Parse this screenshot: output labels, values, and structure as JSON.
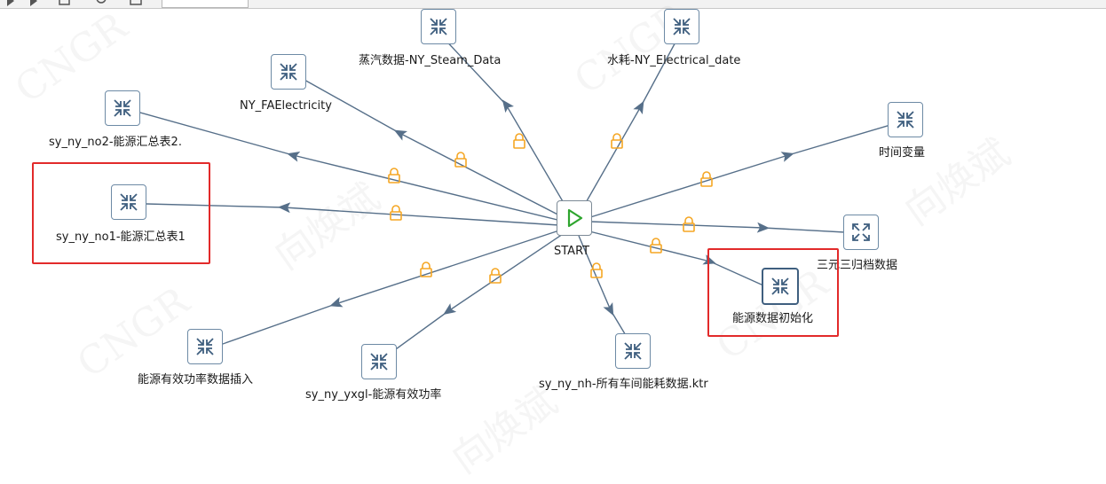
{
  "toolbar": {
    "icons": [
      "run-icon",
      "preview-icon",
      "explore-icon",
      "save-icon"
    ]
  },
  "watermark": {
    "brand": "CNGR",
    "author": "向焕斌"
  },
  "start": {
    "label": "START"
  },
  "steps": [
    {
      "label": "蒸汽数据-NY_Steam_Data"
    },
    {
      "label": "水耗-NY_Electrical_date"
    },
    {
      "label": "NY_FAElectricity"
    },
    {
      "label": "sy_ny_no2-能源汇总表2."
    },
    {
      "label": "时间变量"
    },
    {
      "label": "sy_ny_no1-能源汇总表1"
    },
    {
      "label": "三元三归档数据"
    },
    {
      "label": "能源数据初始化"
    },
    {
      "label": "能源有效功率数据插入"
    },
    {
      "label": "sy_ny_yxgl-能源有效功率"
    },
    {
      "label": "sy_ny_nh-所有车间能耗数据.ktr"
    }
  ],
  "colors": {
    "hop": "#566f89",
    "lock": "#f5a623",
    "start": "#2ea52e",
    "highlight": "#e22a2a"
  }
}
